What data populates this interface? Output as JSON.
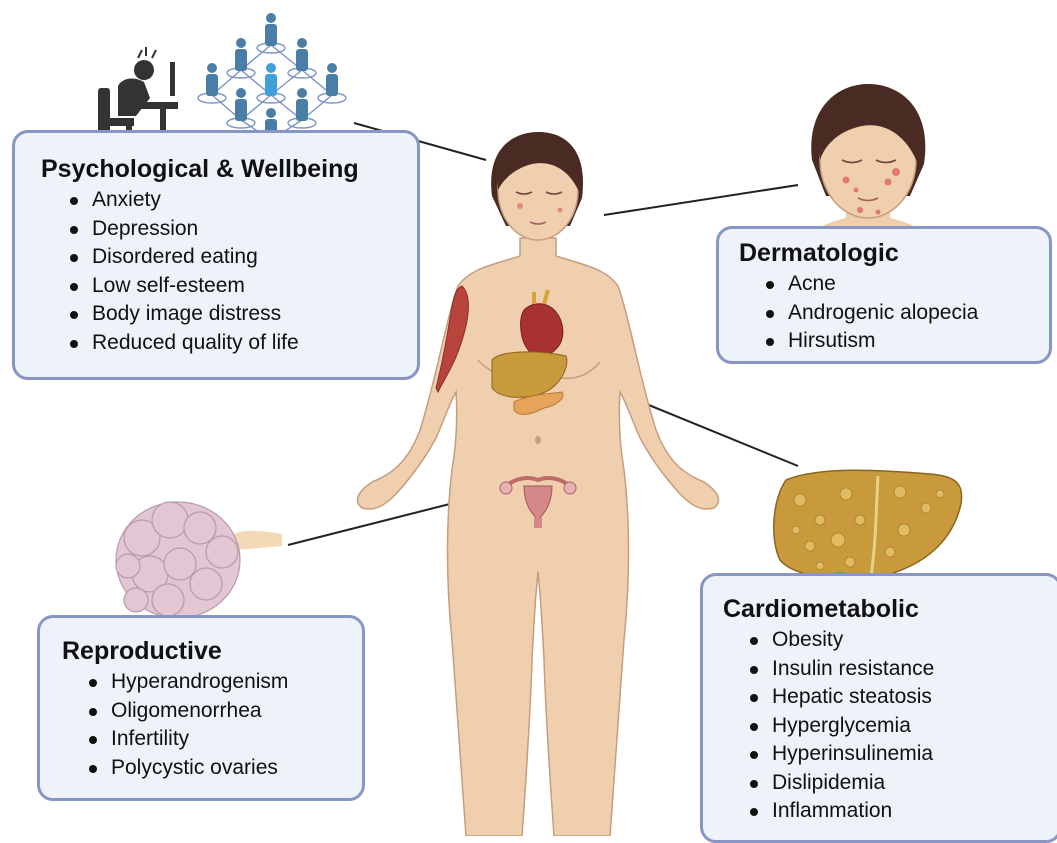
{
  "boxes": {
    "psychological": {
      "title": "Psychological & Wellbeing",
      "items": [
        "Anxiety",
        "Depression",
        "Disordered eating",
        "Low self-esteem",
        "Body image distress",
        "Reduced quality of life"
      ]
    },
    "dermatologic": {
      "title": "Dermatologic",
      "items": [
        "Acne",
        "Androgenic alopecia",
        "Hirsutism"
      ]
    },
    "reproductive": {
      "title": "Reproductive",
      "items": [
        "Hyperandrogenism",
        "Oligomenorrhea",
        "Infertility",
        "Polycystic ovaries"
      ]
    },
    "cardiometabolic": {
      "title": "Cardiometabolic",
      "items": [
        "Obesity",
        "Insulin resistance",
        "Hepatic steatosis",
        "Hyperglycemia",
        "Hyperinsulinemia",
        "Dislipidemia",
        "Inflammation"
      ]
    }
  },
  "colors": {
    "box_fill": "#eef2f9",
    "box_border": "#8796c4",
    "skin": "#efcfae",
    "hair": "#4a2b24",
    "liver": "#c99a3b",
    "person_icon": "#4a7ea6"
  },
  "icons": [
    "stressed-person-at-desk-icon",
    "social-network-people-icon"
  ]
}
